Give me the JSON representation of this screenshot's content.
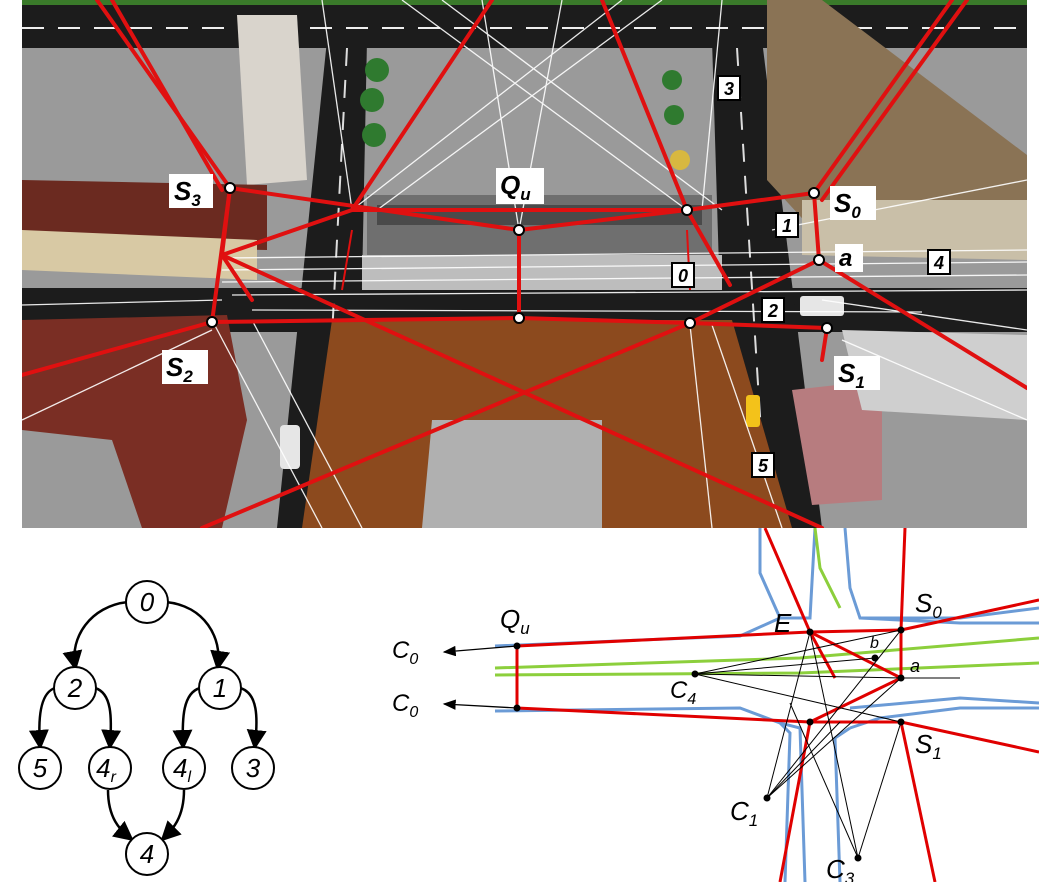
{
  "aerial": {
    "points": {
      "s3": {
        "main": "S",
        "sub": "3"
      },
      "qu": {
        "main": "Q",
        "sub": "u"
      },
      "s0": {
        "main": "S",
        "sub": "0"
      },
      "a": {
        "main": "a",
        "sub": ""
      },
      "s2": {
        "main": "S",
        "sub": "2"
      },
      "s1": {
        "main": "S",
        "sub": "1"
      }
    },
    "street_numbers": [
      "0",
      "1",
      "2",
      "3",
      "4",
      "5"
    ]
  },
  "tree": {
    "nodes": [
      {
        "main": "0",
        "sub": ""
      },
      {
        "main": "2",
        "sub": ""
      },
      {
        "main": "1",
        "sub": ""
      },
      {
        "main": "5",
        "sub": ""
      },
      {
        "main": "4",
        "sub": "r"
      },
      {
        "main": "4",
        "sub": "l"
      },
      {
        "main": "3",
        "sub": ""
      },
      {
        "main": "4",
        "sub": ""
      }
    ]
  },
  "schematic": {
    "labels": {
      "qu": {
        "main": "Q",
        "sub": "u"
      },
      "c0_top": {
        "main": "C",
        "sub": "0"
      },
      "c0_bottom": {
        "main": "C",
        "sub": "0"
      },
      "c4": {
        "main": "C",
        "sub": "4"
      },
      "e": {
        "main": "E",
        "sub": ""
      },
      "b": {
        "main": "b",
        "sub": ""
      },
      "s0": {
        "main": "S",
        "sub": "0"
      },
      "a": {
        "main": "a",
        "sub": ""
      },
      "s1": {
        "main": "S",
        "sub": "1"
      },
      "c1": {
        "main": "C",
        "sub": "1"
      },
      "c3": {
        "main": "C",
        "sub": "3"
      }
    },
    "colors": {
      "red": "#e00000",
      "blue": "#6b9bd6",
      "green": "#8ccf3c"
    }
  }
}
